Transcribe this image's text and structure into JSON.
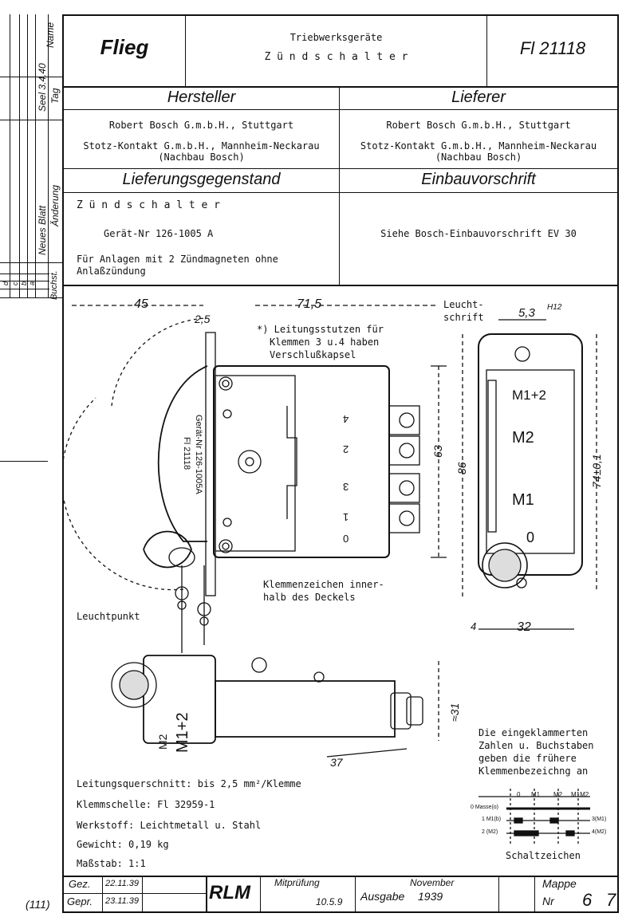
{
  "header": {
    "left": "Flieg",
    "center_line1": "Triebwerksgeräte",
    "center_line2": "Z ü n d s c h a l t e r",
    "right": "Fl 21118"
  },
  "sidebar": {
    "labels": [
      "Name",
      "Tag",
      "Änderung",
      "Neues Blatt",
      "Buchst."
    ],
    "row_letters": [
      "d",
      "c",
      "b",
      "a"
    ],
    "handwritten": "Seel 3.4.40"
  },
  "sections": {
    "hersteller_title": "Hersteller",
    "lieferer_title": "Lieferer",
    "hersteller_line1": "Robert Bosch G.m.b.H., Stuttgart",
    "hersteller_line2": "Stotz-Kontakt G.m.b.H., Mannheim-Neckarau",
    "hersteller_line3": "(Nachbau Bosch)",
    "lieferer_line1": "Robert Bosch G.m.b.H., Stuttgart",
    "lieferer_line2": "Stotz-Kontakt G.m.b.H., Mannheim-Neckarau",
    "lieferer_line3": "(Nachbau Bosch)",
    "liefer_title": "Lieferungsgegenstand",
    "einbau_title": "Einbauvorschrift",
    "liefer_line1": "Z ü n d s c h a l t e r",
    "liefer_line2": "Gerät-Nr 126-1005 A",
    "liefer_line3": "Für Anlagen mit 2 Zündmagneten ohne",
    "liefer_line4": "Anlaßzündung",
    "einbau_line": "Siehe Bosch-Einbauvorschrift EV 30"
  },
  "drawing": {
    "dim_45": "45",
    "dim_71_5": "71,5",
    "dim_2_5": "2,5",
    "note": [
      "*) Leitungsstutzen für",
      "Klemmen 3 u.4 haben",
      "Verschlußkapsel"
    ],
    "leuchtschrift": [
      "Leucht-",
      "schrift"
    ],
    "dim_5_3": "5,3",
    "dim_h12": "H12",
    "dim_63": "63",
    "dim_86": "86",
    "dim_74": "74±0,1",
    "device_label": [
      "Gerät-Nr 126-1005A",
      "Fl 21118"
    ],
    "front_labels": [
      "M1+2",
      "M2",
      "M1",
      "0"
    ],
    "klemmen_note": [
      "Klemmenzeichen inner-",
      "halb des Deckels"
    ],
    "leuchtpunkt": "Leuchtpunkt",
    "dim_4": "4",
    "dim_32": "32",
    "dim_31": "≈31",
    "dim_37": "37",
    "side_labels": [
      "M1+2",
      "M2"
    ],
    "terminal_marks": [
      "4",
      "2",
      "3",
      "1",
      "0"
    ]
  },
  "specs": {
    "line1": "Leitungsquerschnitt: bis 2,5 mm²/Klemme",
    "line2": "Klemmschelle: Fl 32959-1",
    "line3": "Werkstoff: Leichtmetall u. Stahl",
    "line4": "Gewicht: 0,19 kg",
    "line5": "Maßstab: 1:1"
  },
  "right_note": [
    "Die eingeklammerten",
    "Zahlen u. Buchstaben",
    "geben die frühere",
    "Klemmenbezeichng an"
  ],
  "schaltzeichen": {
    "title": "Schaltzeichen",
    "top_labels": [
      "0",
      "M1",
      "M2",
      "M1M2"
    ],
    "left_labels": [
      "0 Masse(o)",
      "1 M1(b)",
      "2 (M2)"
    ],
    "right_labels": [
      "3(M1)",
      "4(M2)"
    ]
  },
  "footer": {
    "gez": "Gez.",
    "gepr": "Gepr.",
    "gez_date": "22.11.39",
    "gepr_date": "23.11.39",
    "rlm": "RLM",
    "mitpruefung": "Mitprüfung",
    "mit_date": "10.5.9",
    "ausgabe": "Ausgabe",
    "ausgabe_month": "November",
    "ausgabe_year": "1939",
    "mappe": "Mappe",
    "mappe_nr": "Nr",
    "mappe_num": "6",
    "mappe_last": "7",
    "page_code": "(111)"
  }
}
